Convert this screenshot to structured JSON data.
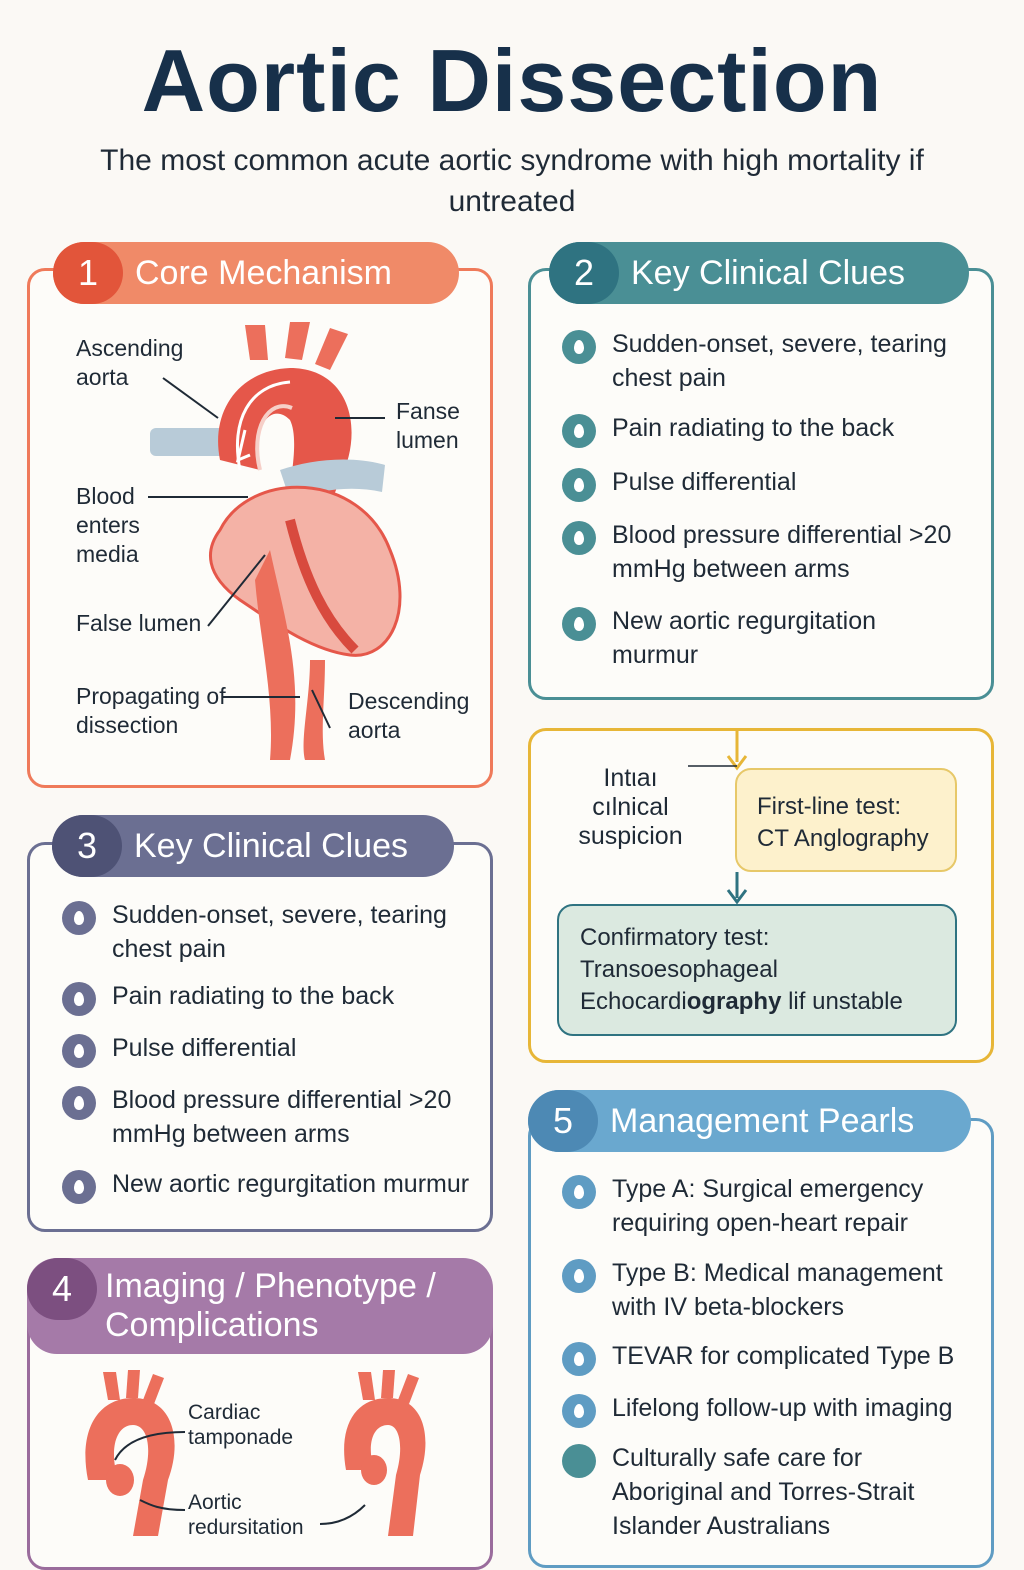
{
  "title": "Aortic Dissection",
  "subtitle": "The most common acute aortic syndrome with high mortality if untreated",
  "colors": {
    "panel1": "#ef7a5a",
    "panel2": "#4a8f95",
    "panel3": "#6b6f92",
    "panel4": "#9a6c9c",
    "panel5": "#5f9cc3",
    "flow": "#e7b637"
  },
  "panel1": {
    "num": "1",
    "title": "Core Mechanism",
    "labels": {
      "ascending": "Ascending aorta",
      "false_top": "Fanse lumen",
      "blood": "Blood enters media",
      "false_mid": "False lumen",
      "propagating": "Propagating of dissection",
      "descending": "Descending aorta"
    }
  },
  "panel2": {
    "num": "2",
    "title": "Key Clinical Clues",
    "items": [
      {
        "icon": "droplet-icon",
        "text": "Sudden-onset, severe, tearing chest pain"
      },
      {
        "icon": "droplet-icon",
        "text": "Pain radiating to the back"
      },
      {
        "icon": "pulse-icon",
        "text": "Pulse differential"
      },
      {
        "icon": "pressure-icon",
        "text": "Blood pressure differential >20 mmHg between arms"
      },
      {
        "icon": "droplet-icon",
        "text": "New aortic regurgitation murmur"
      }
    ]
  },
  "flow": {
    "start": "Intιaı cılnical suspicion",
    "first": "First-line test: CT Anglography",
    "confirm_prefix": "Confirmatory test: Transoesophageal Echocardi",
    "confirm_bold": "ography",
    "confirm_suffix": " lif unstable"
  },
  "panel3": {
    "num": "3",
    "title": "Key Clinical Clues",
    "items": [
      {
        "icon": "droplet-icon",
        "text": "Sudden-onset, severe, tearing chest pain"
      },
      {
        "icon": "droplet-icon",
        "text": "Pain radiating to the back"
      },
      {
        "icon": "leaf-icon",
        "text": "Pulse differential"
      },
      {
        "icon": "pressure-icon",
        "text": "Blood pressure differential >20 mmHg between arms"
      },
      {
        "icon": "droplet-icon",
        "text": "New aortic regurgitation murmur"
      }
    ]
  },
  "panel4": {
    "num": "4",
    "title": "Imaging / Phenotype / Complications",
    "labels": {
      "tamponade": "Cardiac tamponade",
      "regurg": "Aortic redursitation"
    }
  },
  "panel5": {
    "num": "5",
    "title": "Management Pearls",
    "items": [
      {
        "icon": "heart-icon",
        "text": "Type A: Surgical emergency requiring open-heart repair"
      },
      {
        "icon": "shield-icon",
        "text": "Type B: Medical management with IV beta-blockers"
      },
      {
        "icon": "clock-icon",
        "text": "TEVAR for complicated Type B"
      },
      {
        "icon": "chevron-icon",
        "text": "Lifelong follow-up with imaging"
      },
      {
        "icon": "circle-icon",
        "text": "Culturally safe care for Aboriginal and Torres-Strait Islander Australians"
      }
    ]
  }
}
